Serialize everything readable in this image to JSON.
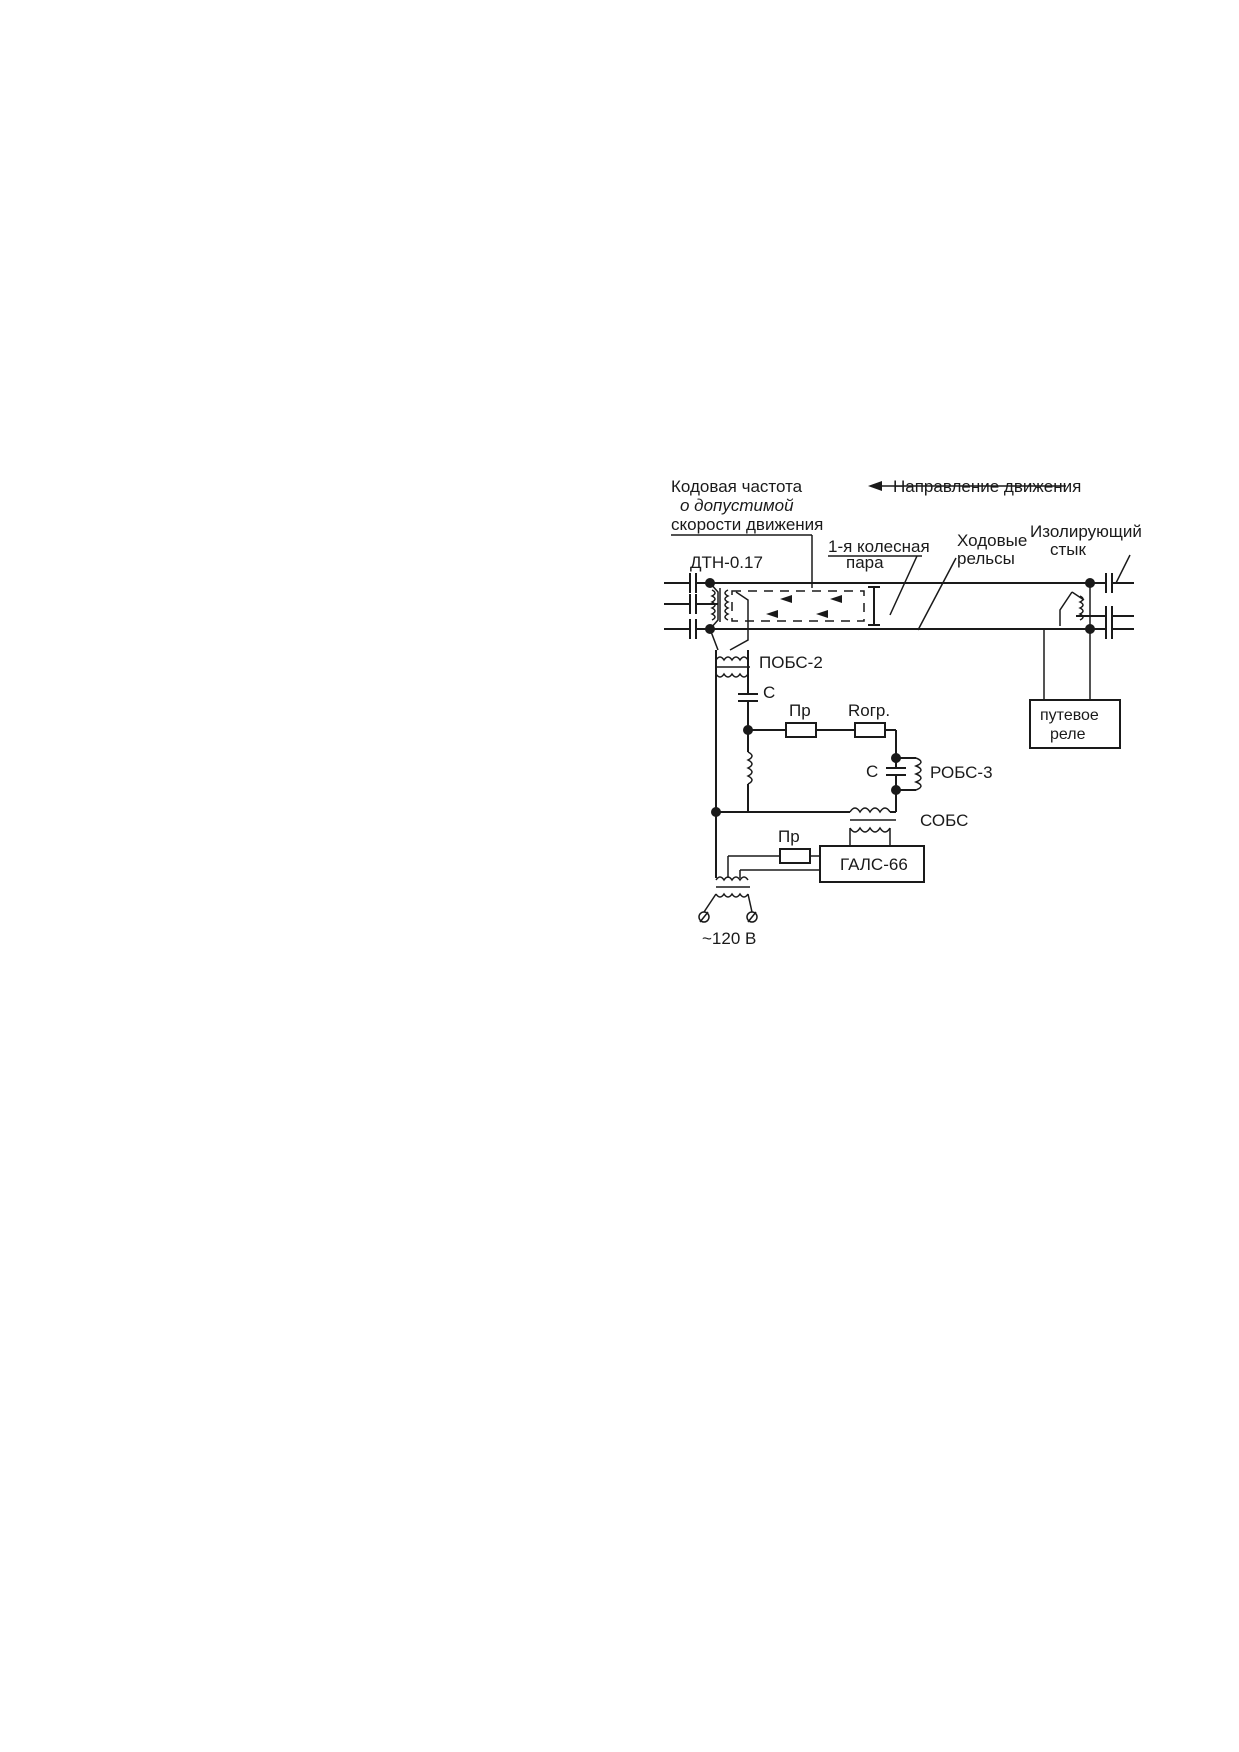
{
  "labels": {
    "code_freq_line1": "Кодовая частота",
    "code_freq_line2": "о допустимой",
    "code_freq_line3": "скорости движения",
    "direction": "Направление движения",
    "wheelset_line1": "1-я колесная",
    "wheelset_line2": "пара",
    "rails_line1": "Ходовые",
    "rails_line2": "рельсы",
    "joint_line1": "Изолирующий",
    "joint_line2": "стык",
    "dtn": "ДТН-0.17",
    "pobs": "ПОБС-2",
    "cap_top": "С",
    "fuse_top": "Пр",
    "rlim": "Rогр.",
    "cap_mid": "С",
    "robs": "РОБС-3",
    "sobs": "СОБС",
    "fuse_bottom": "Пр",
    "gals": "ГАЛС-66",
    "track_relay_line1": "путевое",
    "track_relay_line2": "реле",
    "supply": "~120 В"
  }
}
